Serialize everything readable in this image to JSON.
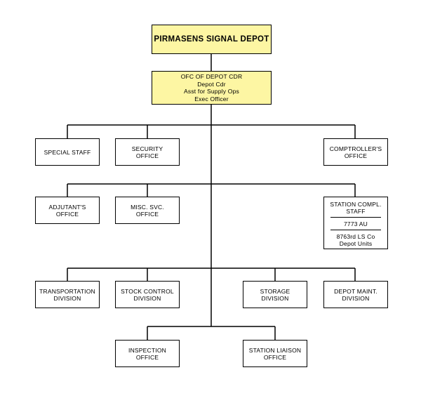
{
  "title": "PIRMASENS SIGNAL DEPOT",
  "commander_office": {
    "lines": [
      "OFC OF DEPOT CDR",
      "Depot Cdr",
      "Asst for Supply Ops",
      "Exec Officer"
    ]
  },
  "tier1": {
    "special_staff": [
      "SPECIAL STAFF"
    ],
    "security_office": [
      "SECURITY",
      "OFFICE"
    ],
    "comptroller_office": [
      "COMPTROLLER'S",
      "OFFICE"
    ]
  },
  "tier2": {
    "adjutant_office": [
      "ADJUTANT'S",
      "OFFICE"
    ],
    "misc_svc_office": [
      "MISC. SVC.",
      "OFFICE"
    ],
    "station_compl_staff": {
      "header": [
        "STATION COMPL.",
        "STAFF"
      ],
      "unit": "7773 AU",
      "companies": [
        "8763rd LS Co",
        "Depot Units"
      ]
    }
  },
  "tier3": {
    "transportation_division": [
      "TRANSPORTATION",
      "DIVISION"
    ],
    "stock_control_division": [
      "STOCK CONTROL",
      "DIVISION"
    ],
    "storage_division": [
      "STORAGE",
      "DIVISION"
    ],
    "depot_maint_division": [
      "DEPOT MAINT.",
      "DIVISION"
    ]
  },
  "tier4": {
    "inspection_office": [
      "INSPECTION",
      "OFFICE"
    ],
    "station_liaison_office": [
      "STATION LIAISON",
      "OFFICE"
    ]
  },
  "colors": {
    "header_fill": "#fdf6a3",
    "line": "#000000",
    "box_fill": "#ffffff"
  }
}
